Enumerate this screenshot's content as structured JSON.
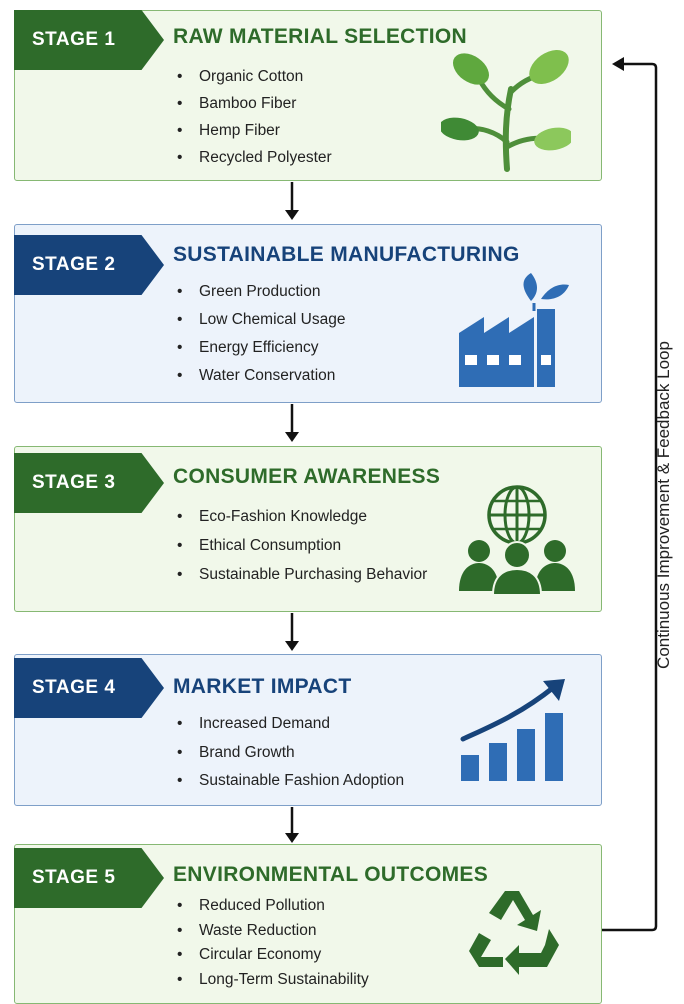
{
  "stages": [
    {
      "tag": "STAGE 1",
      "title": "RAW MATERIAL SELECTION",
      "items": [
        "Organic Cotton",
        "Bamboo Fiber",
        "Hemp Fiber",
        "Recycled Polyester"
      ],
      "icon": "plant-sprout-icon",
      "theme": "green"
    },
    {
      "tag": "STAGE 2",
      "title": "SUSTAINABLE MANUFACTURING",
      "items": [
        "Green Production",
        "Low Chemical Usage",
        "Energy Efficiency",
        "Water Conservation"
      ],
      "icon": "eco-factory-icon",
      "theme": "blue"
    },
    {
      "tag": "STAGE 3",
      "title": "CONSUMER AWARENESS",
      "items": [
        "Eco-Fashion Knowledge",
        "Ethical Consumption",
        "Sustainable Purchasing Behavior"
      ],
      "icon": "globe-people-icon",
      "theme": "green"
    },
    {
      "tag": "STAGE 4",
      "title": "MARKET IMPACT",
      "items": [
        "Increased Demand",
        "Brand Growth",
        "Sustainable Fashion Adoption"
      ],
      "icon": "growth-chart-icon",
      "theme": "blue"
    },
    {
      "tag": "STAGE 5",
      "title": "ENVIRONMENTAL OUTCOMES",
      "items": [
        "Reduced Pollution",
        "Waste Reduction",
        "Circular Economy",
        "Long-Term Sustainability"
      ],
      "icon": "recycle-icon",
      "theme": "green"
    }
  ],
  "feedback_loop_label": "Continuous Improvement & Feedback Loop",
  "colors": {
    "green_dark": "#2e6b2a",
    "blue_dark": "#17437a",
    "green_bg": "#f1f8ea",
    "blue_bg": "#edf3fb",
    "blue_icon": "#2f6db5",
    "green_icon": "#3f8a35"
  }
}
